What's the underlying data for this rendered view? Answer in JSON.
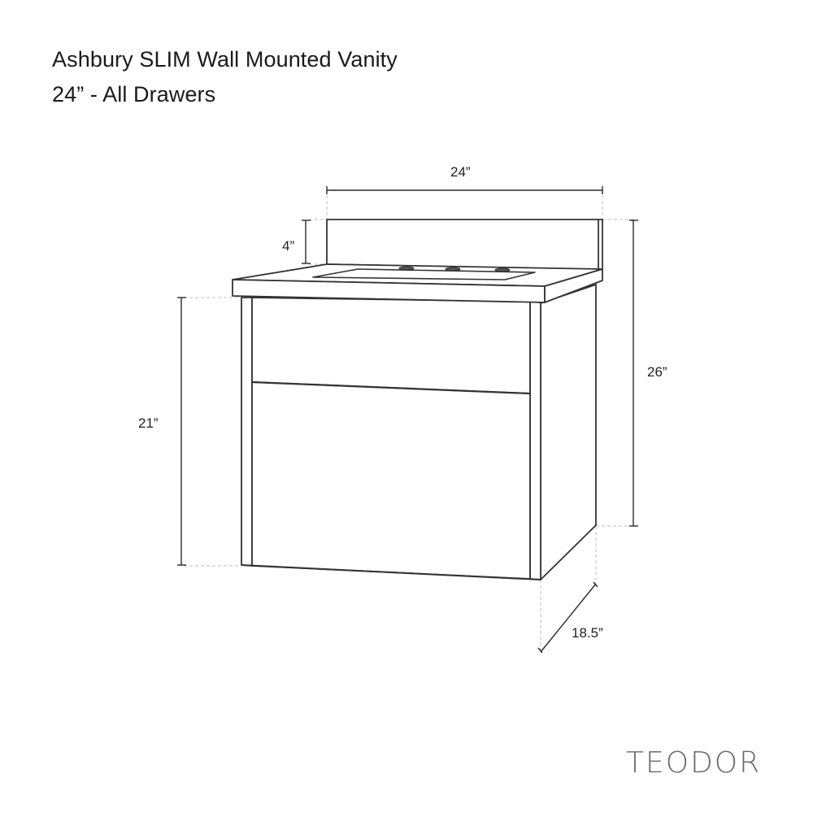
{
  "header": {
    "title_line1": "Ashbury SLIM Wall Mounted Vanity",
    "title_line2": "24” - All Drawers"
  },
  "dimensions": {
    "width": "24”",
    "backsplash_height": "4”",
    "cabinet_height": "21”",
    "total_height": "26”",
    "depth": "18.5”"
  },
  "drawing": {
    "line_color": "#333333",
    "guide_color": "#bbbbbb",
    "faucet_holes": 3,
    "drawers": 2
  },
  "brand": {
    "name": "TEODOR",
    "color": "#6a6a6a"
  }
}
